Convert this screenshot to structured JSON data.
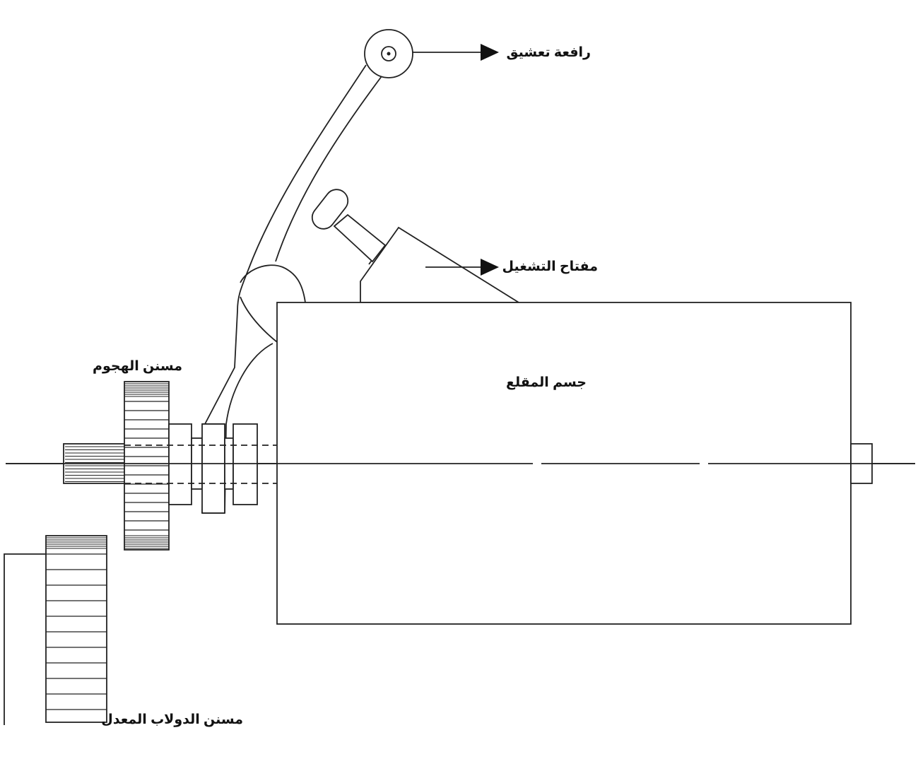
{
  "labels": {
    "engagement_lever": "رافعة تعشيق",
    "operating_key": "مفتاح التشغيل",
    "body": "جسم المقلع",
    "attack_gear": "مسنن الهجوم",
    "adjusting_wheel_gear": "مسنن الدولاب المعدل"
  },
  "colors": {
    "line": "#222222",
    "text": "#111111",
    "background": "#ffffff"
  },
  "icons": {
    "arrow": "arrowhead-right-icon",
    "pivot": "pivot-pin-icon"
  }
}
